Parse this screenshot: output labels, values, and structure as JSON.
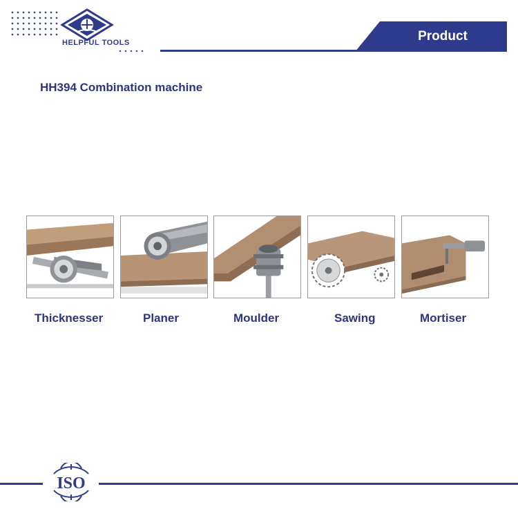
{
  "header": {
    "brand_name": "HELPFUL TOOLS",
    "section_label": "Product"
  },
  "page": {
    "title": "HH394 Combination machine"
  },
  "operations": [
    {
      "label": "Thicknesser",
      "icon": "thicknesser-illustration"
    },
    {
      "label": "Planer",
      "icon": "planer-illustration"
    },
    {
      "label": "Moulder",
      "icon": "moulder-illustration"
    },
    {
      "label": "Sawing",
      "icon": "sawing-illustration"
    },
    {
      "label": "Mortiser",
      "icon": "mortiser-illustration"
    }
  ],
  "footer": {
    "iso_text": "ISO"
  },
  "colors": {
    "brand_blue": "#2e3a8c",
    "text_blue": "#2b3680",
    "wood": "#b08a6a",
    "wood_dark": "#8a6a50",
    "steel": "#8c8f93"
  }
}
